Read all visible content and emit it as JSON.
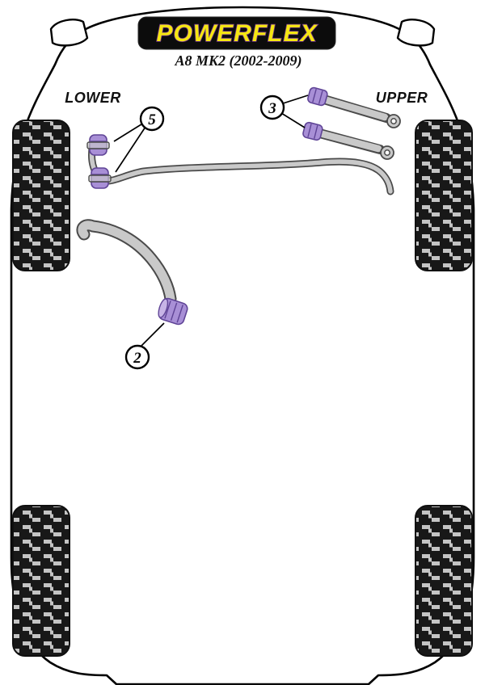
{
  "logo": {
    "brand": "POWERFLEX"
  },
  "header": {
    "model": "A8 MK2 (2002-2009)"
  },
  "labels": {
    "lower": "LOWER",
    "upper": "UPPER"
  },
  "callouts": [
    {
      "number": "5"
    },
    {
      "number": "3"
    },
    {
      "number": "2"
    }
  ],
  "colors": {
    "brand_yellow": "#F5E612",
    "brand_purple": "#6A2C91",
    "logo_bg": "#0C0C0C",
    "part_gray": "#C9C9C9",
    "part_outline": "#4A4A4A",
    "bushing_purple": "#A88FD6",
    "bushing_dark": "#5F4496",
    "tire_dark": "#181818",
    "tread_light": "#D8D8D8",
    "outline": "#000000"
  }
}
